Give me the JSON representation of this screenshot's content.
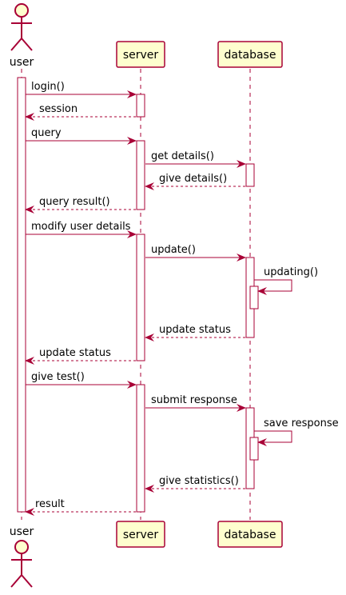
{
  "diagram": {
    "participants": [
      {
        "id": "user",
        "label": "user",
        "kind": "actor"
      },
      {
        "id": "server",
        "label": "server",
        "kind": "box"
      },
      {
        "id": "database",
        "label": "database",
        "kind": "box"
      }
    ],
    "messages": [
      {
        "from": "user",
        "to": "server",
        "label": "login()",
        "style": "solid"
      },
      {
        "from": "server",
        "to": "user",
        "label": "session",
        "style": "dashed"
      },
      {
        "from": "user",
        "to": "server",
        "label": "query",
        "style": "solid"
      },
      {
        "from": "server",
        "to": "database",
        "label": "get details()",
        "style": "solid"
      },
      {
        "from": "database",
        "to": "server",
        "label": "give details()",
        "style": "dashed"
      },
      {
        "from": "server",
        "to": "user",
        "label": "query result()",
        "style": "dashed"
      },
      {
        "from": "user",
        "to": "server",
        "label": "modify user details",
        "style": "solid"
      },
      {
        "from": "server",
        "to": "database",
        "label": "update()",
        "style": "solid"
      },
      {
        "from": "database",
        "to": "database",
        "label": "updating()",
        "style": "self"
      },
      {
        "from": "database",
        "to": "server",
        "label": "update status",
        "style": "dashed"
      },
      {
        "from": "server",
        "to": "user",
        "label": "update status",
        "style": "dashed"
      },
      {
        "from": "user",
        "to": "server",
        "label": "give test()",
        "style": "solid"
      },
      {
        "from": "server",
        "to": "database",
        "label": "submit response",
        "style": "solid"
      },
      {
        "from": "database",
        "to": "database",
        "label": "save response",
        "style": "self"
      },
      {
        "from": "database",
        "to": "server",
        "label": "give statistics()",
        "style": "dashed"
      },
      {
        "from": "server",
        "to": "user",
        "label": "result",
        "style": "dashed"
      }
    ],
    "colors": {
      "line": "#a80036",
      "box_fill": "#fefece",
      "activation_fill": "#ffffff"
    }
  }
}
